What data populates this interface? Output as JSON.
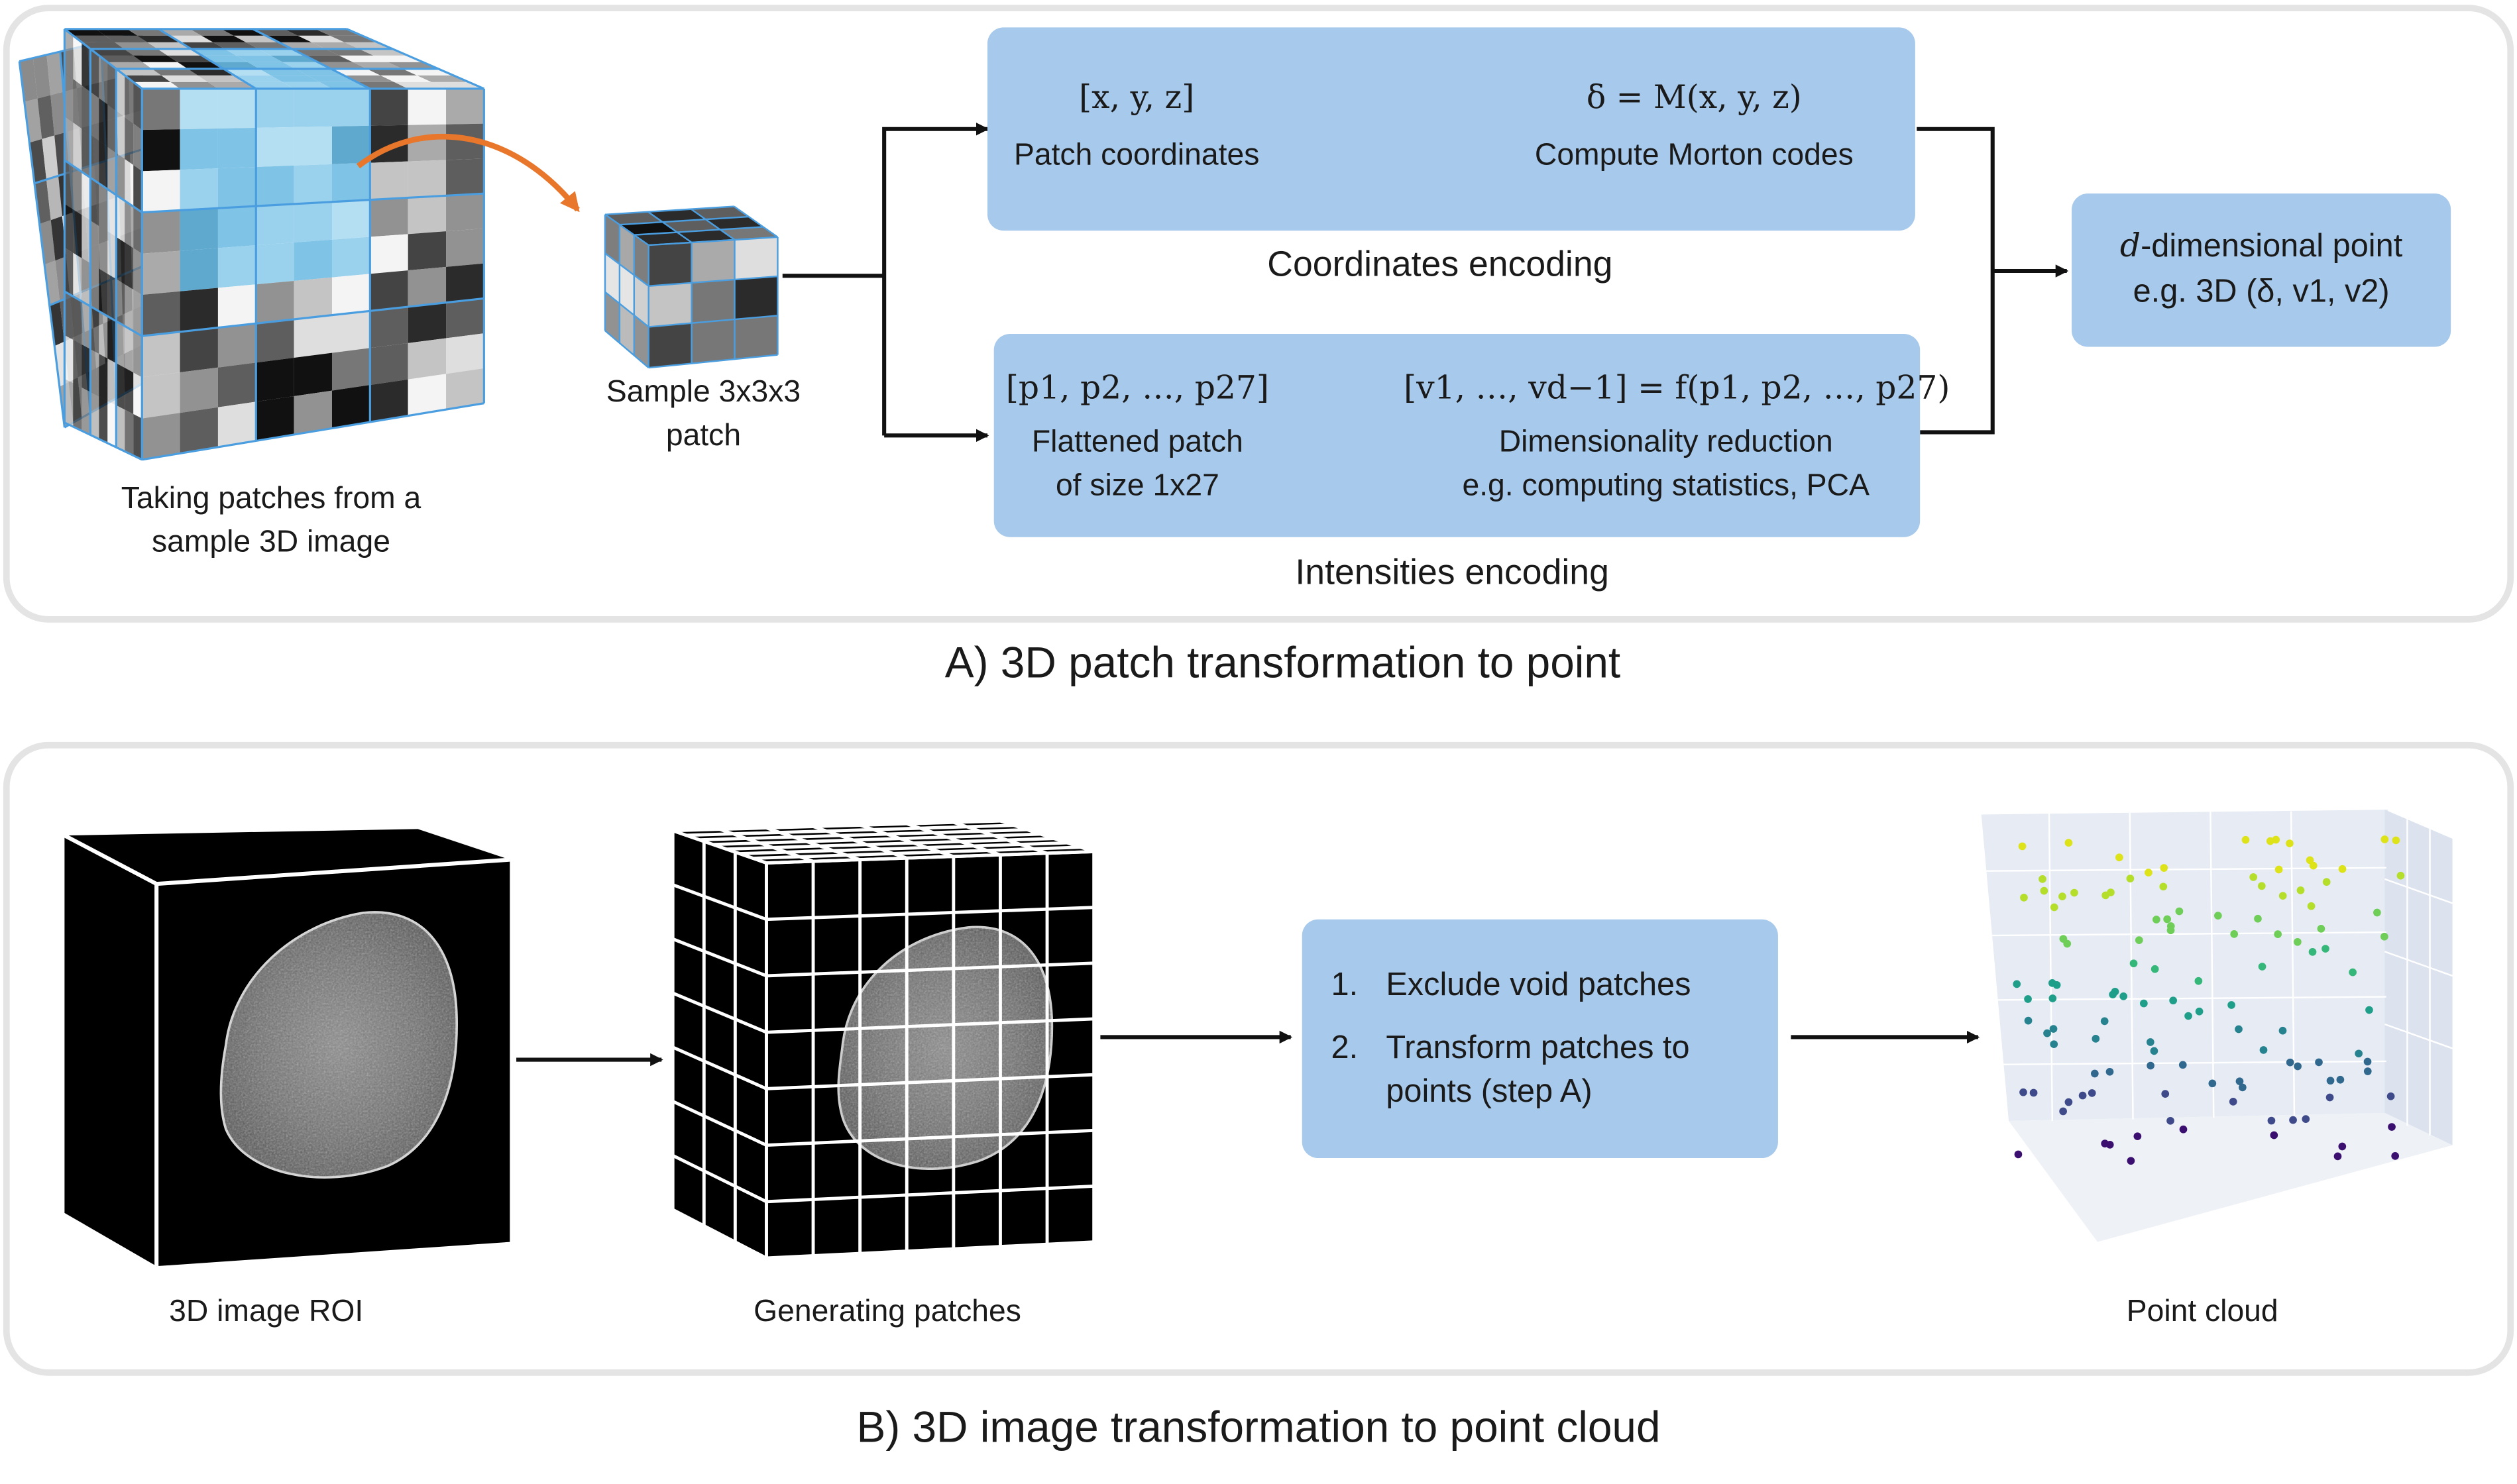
{
  "panel_a": {
    "cube_caption": [
      "Taking patches from a",
      "sample 3D image"
    ],
    "patch_caption": [
      "Sample 3x3x3",
      "patch"
    ],
    "coords_box": {
      "left_math": "[x, y, z]",
      "left_label": "Patch coordinates",
      "right_math": "δ = M(x, y, z)",
      "right_label": "Compute Morton codes"
    },
    "coords_caption": "Coordinates encoding",
    "intens_box": {
      "left_math": "[p1, p2, …, p27]",
      "left_label": [
        "Flattened patch",
        "of size 1x27"
      ],
      "right_math": "[v1, …, vd−1] = f(p1, p2, …, p27)",
      "right_label": [
        "Dimensionality reduction",
        "e.g. computing statistics, PCA"
      ]
    },
    "intens_caption": "Intensities encoding",
    "output_box": {
      "line1_var": "d",
      "line1_text": "-dimensional point",
      "line2": "e.g. 3D (δ, v1, v2)"
    },
    "title": "A) 3D patch transformation to point"
  },
  "panel_b": {
    "roi_caption": "3D image ROI",
    "patches_caption": "Generating patches",
    "steps": [
      {
        "num": "1.",
        "text": [
          "Exclude void patches"
        ]
      },
      {
        "num": "2.",
        "text": [
          "Transform patches to",
          "points (step A)"
        ]
      }
    ],
    "cloud_caption": "Point cloud",
    "title": "B) 3D image transformation to point cloud"
  },
  "colors": {
    "box_fill": "#a7c9eb",
    "panel_border": "#e4e4e4",
    "cube_edges": "#4a9ee0",
    "curved_arrow": "#e8762b"
  },
  "icons": [
    "grayscale-voxel-cube",
    "voxel-patch-cube",
    "black-roi-cube",
    "gridded-roi-cube",
    "point-cloud-plot"
  ]
}
